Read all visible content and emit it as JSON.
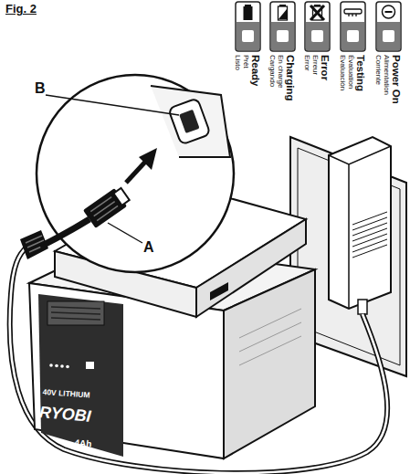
{
  "diagram": {
    "title": "Fig. 2",
    "nodes": [
      {
        "text": [
          "Ready",
          "Prêt",
          "Listo"
        ]
      },
      {
        "text": [
          "Charging",
          "En charge",
          "Cargando"
        ]
      },
      {
        "text": [
          "Error",
          "Erreur",
          "Error"
        ]
      },
      {
        "text": [
          "Testing",
          "Évaluation",
          "Evaluación"
        ]
      },
      {
        "text": [
          "Power On",
          "Alimentation",
          "Corriente"
        ]
      }
    ],
    "labels": [
      "B",
      "A",
      "40V LITHIUM",
      "RYOBI",
      "4Ah"
    ]
  }
}
